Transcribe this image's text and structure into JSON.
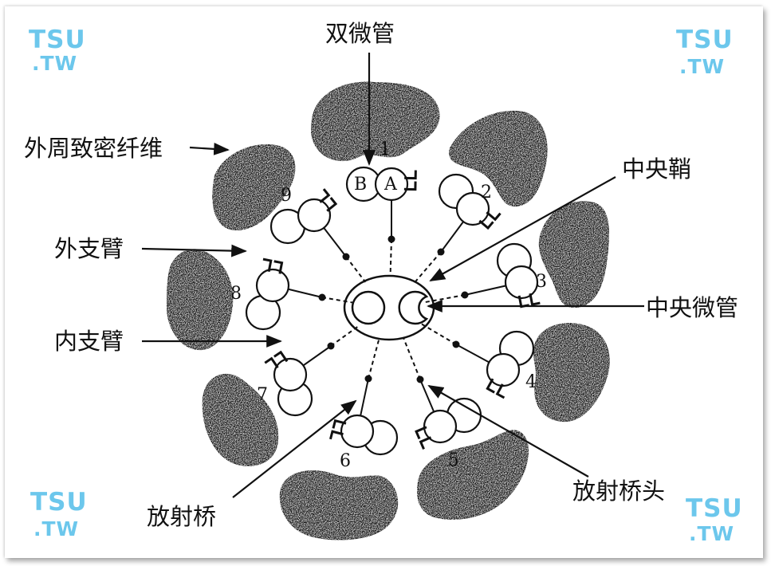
{
  "labels": {
    "doublet": "双微管",
    "outer_dense_fiber": "外周致密纤维",
    "outer_arm": "外支臂",
    "inner_arm": "内支臂",
    "radial_spoke": "放射桥",
    "central_sheath": "中央鞘",
    "central_microtubule": "中央微管",
    "spoke_head": "放射桥头"
  },
  "doublet_numbers": [
    "1",
    "2",
    "3",
    "4",
    "5",
    "6",
    "7",
    "8",
    "9"
  ],
  "tubule_letters": {
    "a": "A",
    "b": "B"
  },
  "watermark": {
    "line1": "TSU",
    "line2": ".TW"
  },
  "colors": {
    "ink": "#111111",
    "fiber_fill": "#1b1b1b",
    "watermark": "#6cc7ec"
  }
}
